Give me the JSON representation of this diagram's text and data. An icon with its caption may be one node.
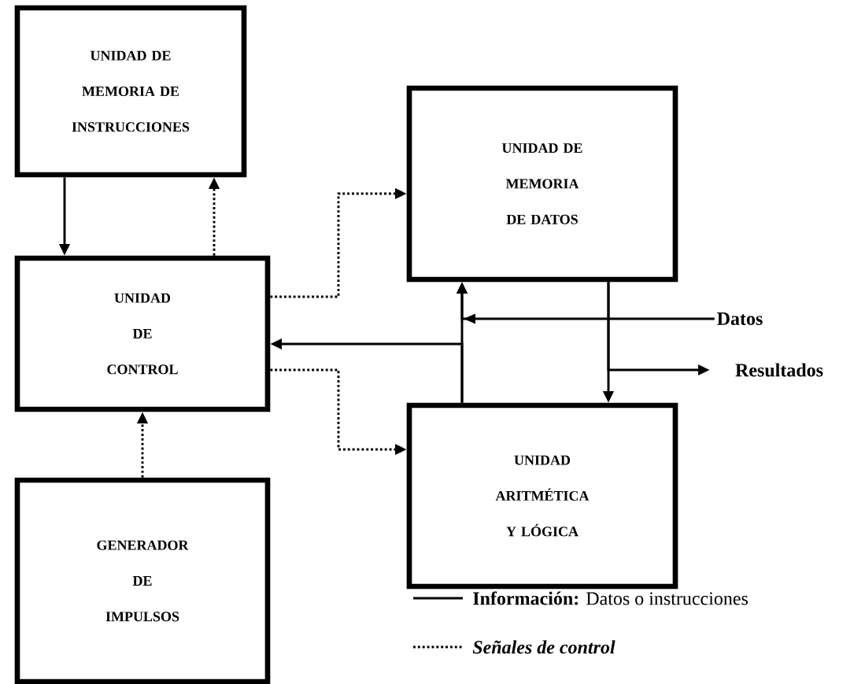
{
  "diagram": {
    "nodes": [
      {
        "text": [
          "UNIDAD DE MEMORIA DE INSTRUCCIONES"
        ]
      },
      {
        "text": [
          "UNIDAD DE MEMORIA DE DATOS"
        ]
      },
      {
        "text": [
          "UNIDAD DE CONTROL"
        ]
      },
      {
        "text": [
          "UNIDAD ARITMÉTICA Y LÓGICA"
        ]
      },
      {
        "text": [
          "GENERADOR DE IMPULSOS"
        ]
      },
      {
        "text": [
          "Datos"
        ]
      },
      {
        "text": [
          "Resultados"
        ]
      }
    ],
    "edges": [
      {
        "from": 0,
        "to": 2,
        "arrow": "to"
      },
      {
        "from": 2,
        "to": 0,
        "arrow": "to",
        "style": "dashed"
      },
      {
        "from": 2,
        "to": 1,
        "arrow": "to",
        "style": "dashed"
      },
      {
        "from": 2,
        "to": 3,
        "arrow": "to",
        "style": "dashed"
      },
      {
        "from": 3,
        "to": 1,
        "arrow": "to"
      },
      {
        "from": 3,
        "to": 2,
        "arrow": "to"
      },
      {
        "from": 5,
        "to": 1,
        "arrow": "to"
      },
      {
        "from": 1,
        "to": 3,
        "arrow": "to"
      },
      {
        "from": 1,
        "to": 6,
        "arrow": "to"
      },
      {
        "from": 4,
        "to": 2,
        "arrow": "to",
        "style": "dashed"
      }
    ],
    "legend": [
      {
        "text": "**Información:** Datos o instrucciones"
      },
      {
        "text": "Señales de control"
      }
    ]
  }
}
